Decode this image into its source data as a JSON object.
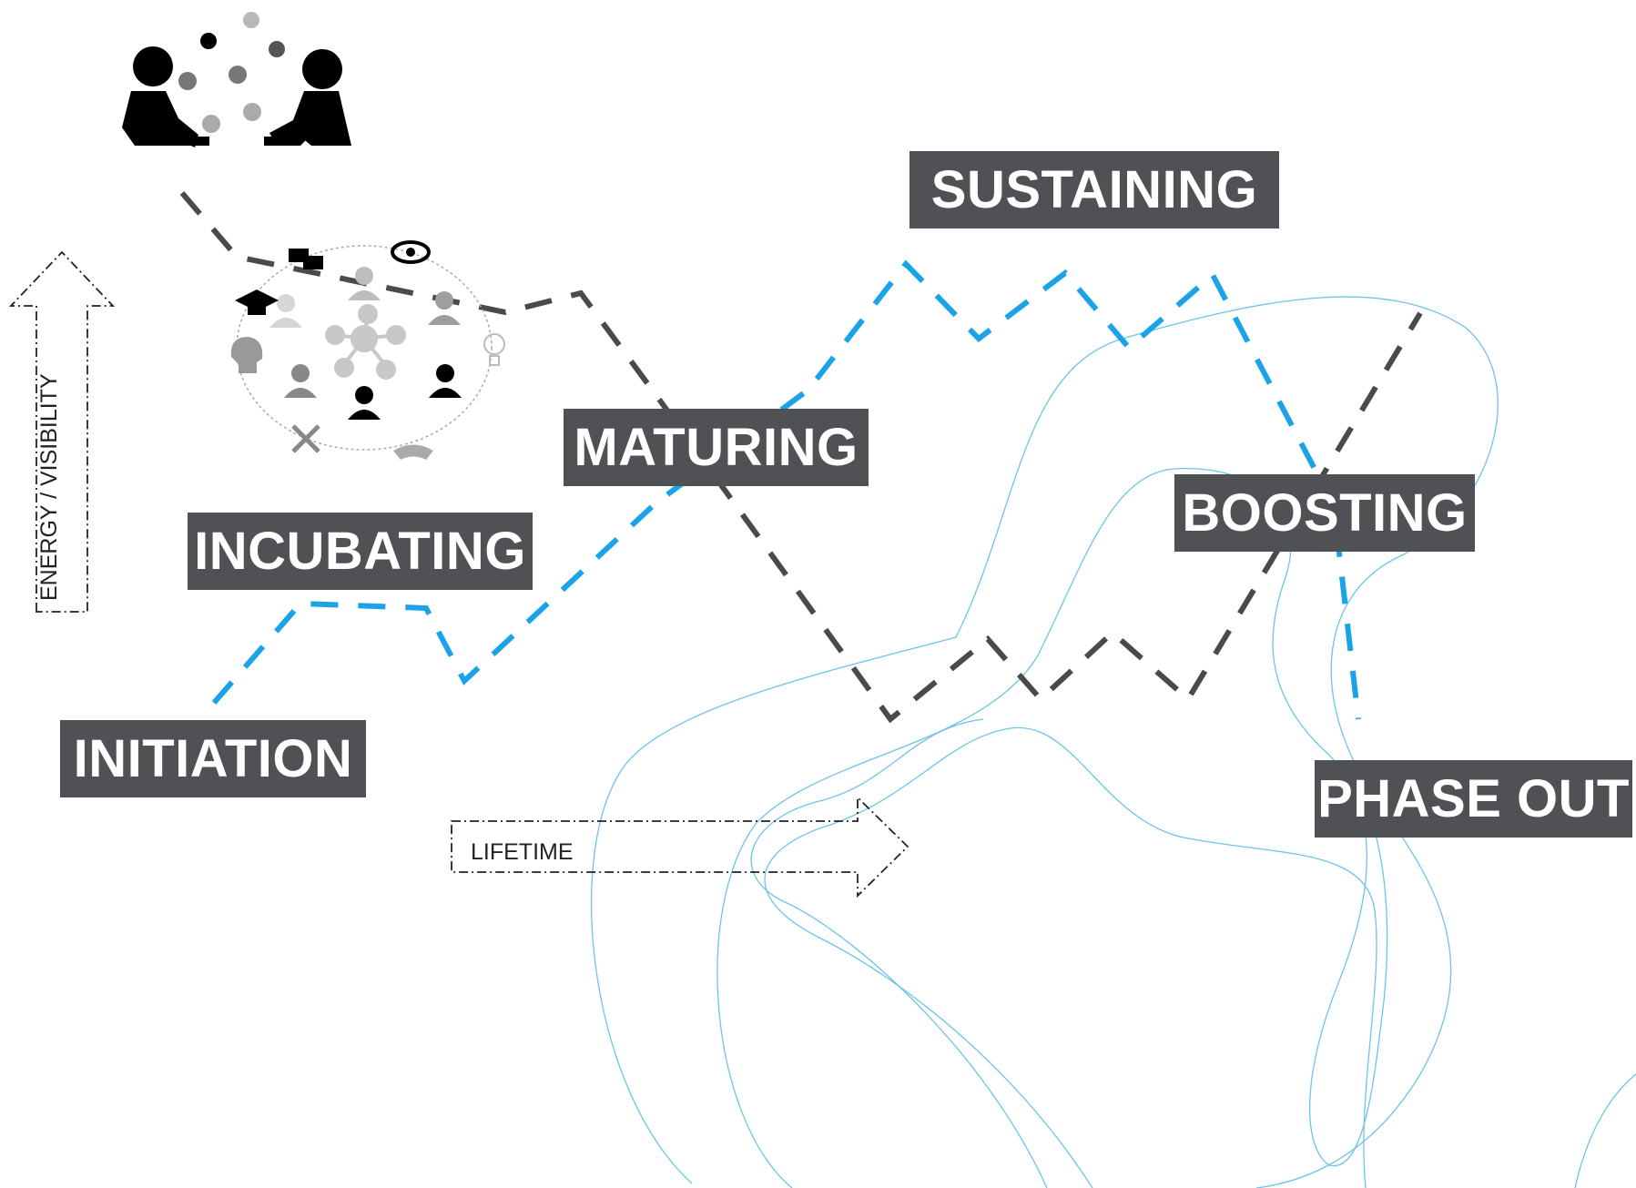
{
  "phases": {
    "initiation": "INITIATION",
    "incubating": "INCUBATING",
    "maturing": "MATURING",
    "sustaining": "SUSTAINING",
    "boosting": "BOOSTING",
    "phase_out": "PHASE OUT"
  },
  "axes": {
    "vertical": "ENERGY / VISIBILITY",
    "horizontal": "LIFETIME"
  },
  "colors": {
    "label_bg": "#4f5154",
    "label_text": "#ffffff",
    "blue_path": "#1aa3e8",
    "dark_path": "#4a4a4a",
    "contour": "#6ec3ec"
  },
  "icons": [
    "two-people-icon",
    "community-network-icon"
  ]
}
